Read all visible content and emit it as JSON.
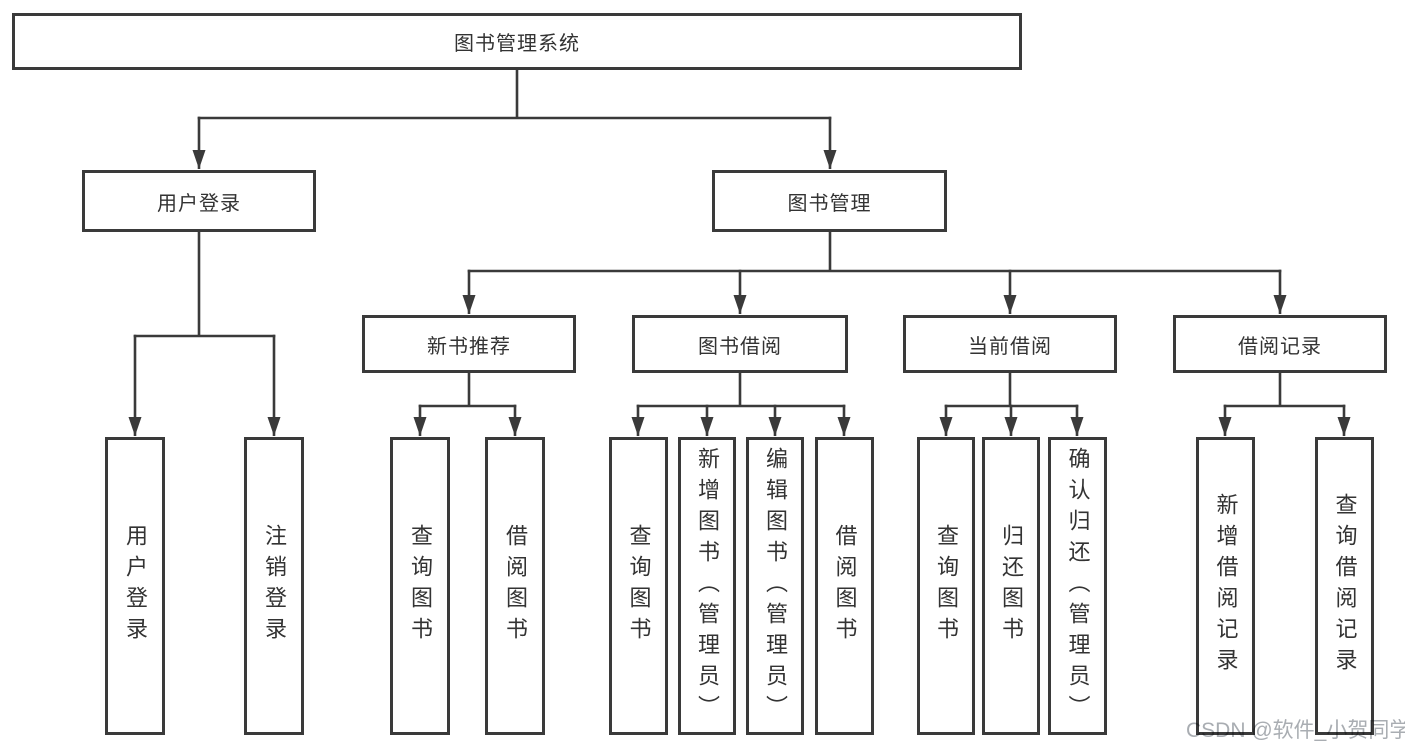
{
  "tree": {
    "label": "图书管理系统",
    "children": [
      {
        "label": "用户登录",
        "children": [
          {
            "label": "用户登录"
          },
          {
            "label": "注销登录"
          }
        ]
      },
      {
        "label": "图书管理",
        "children": [
          {
            "label": "新书推荐",
            "children": [
              {
                "label": "查询图书"
              },
              {
                "label": "借阅图书"
              }
            ]
          },
          {
            "label": "图书借阅",
            "children": [
              {
                "label": "查询图书"
              },
              {
                "label": "新增图书（管理员）"
              },
              {
                "label": "编辑图书（管理员）"
              },
              {
                "label": "借阅图书"
              }
            ]
          },
          {
            "label": "当前借阅",
            "children": [
              {
                "label": "查询图书"
              },
              {
                "label": "归还图书"
              },
              {
                "label": "确认归还（管理员）"
              }
            ]
          },
          {
            "label": "借阅记录",
            "children": [
              {
                "label": "新增借阅记录"
              },
              {
                "label": "查询借阅记录"
              }
            ]
          }
        ]
      }
    ]
  },
  "watermark": {
    "text": "CSDN @软件_小贺同学"
  },
  "colors": {
    "line": "#3a3a3a",
    "text": "#333333",
    "box_bg": "#ffffff",
    "watermark": "#a9adb2",
    "background": "#ffffff"
  }
}
